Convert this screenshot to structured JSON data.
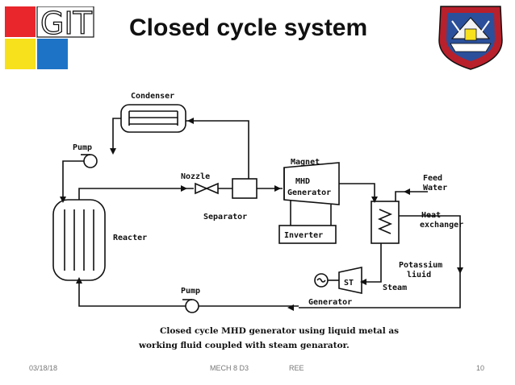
{
  "header": {
    "title": "Closed cycle system",
    "left_logo_text": "GIT"
  },
  "diagram": {
    "labels": {
      "condenser": "Condenser",
      "pump_top": "Pump",
      "nozzle": "Nozzle",
      "separator": "Separator",
      "magnet": "Magnet",
      "mhd_line1": "MHD",
      "mhd_line2": "Generator",
      "inverter": "Inverter",
      "feed_line1": "Feed",
      "feed_line2": "Water",
      "heat_line1": "Heat",
      "heat_line2": "exchanger",
      "reacter": "Reacter",
      "potassium_line1": "Potassium",
      "potassium_line2": "liuid",
      "st": "ST",
      "steam": "Steam",
      "generator": "Generator",
      "pump_bottom": "Pump"
    },
    "caption_line1": "Closed cycle MHD generator using liquid metal as",
    "caption_line2": "working fluid coupled with steam genarator."
  },
  "footer": {
    "date": "03/18/18",
    "course": "MECH 8 D3",
    "dept": "REE",
    "page": "10"
  },
  "colors": {
    "logo_red": "#e8262b",
    "logo_yellow": "#f7e01c",
    "logo_blue": "#1d74c6",
    "seal_red": "#b8202b",
    "seal_blue": "#2b4f9a"
  }
}
